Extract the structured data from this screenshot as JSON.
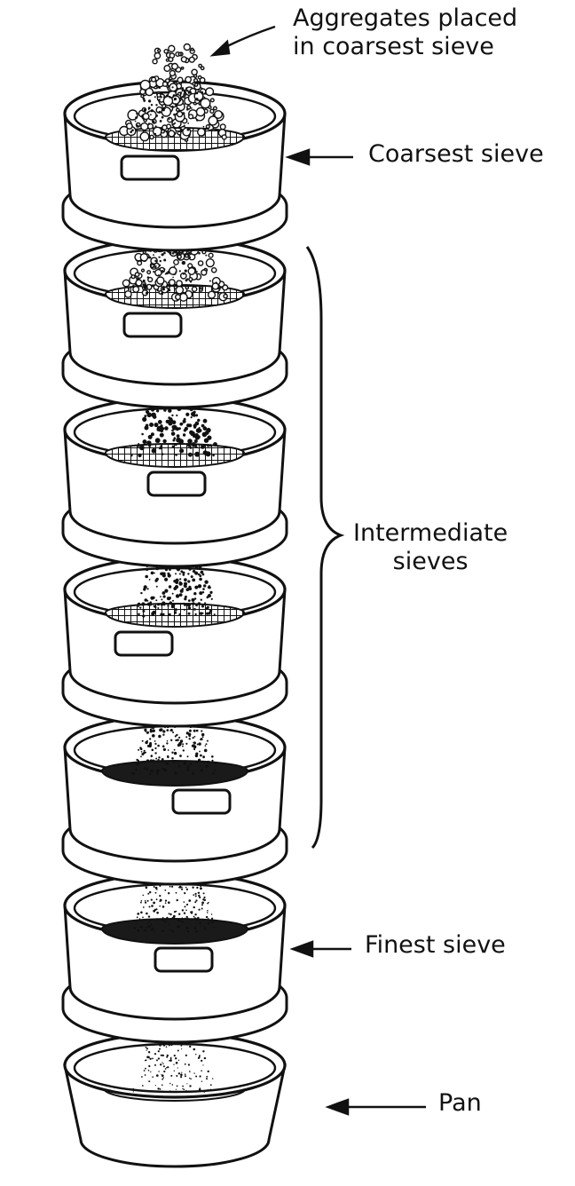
{
  "labels": {
    "aggregates": [
      "Aggregates placed",
      "in coarsest sieve"
    ],
    "coarsest": "Coarsest sieve",
    "intermediate": [
      "Intermediate",
      "sieves"
    ],
    "finest": "Finest sieve",
    "pan": "Pan"
  },
  "stack": {
    "sieve_count": 6,
    "intermediate_count": 4,
    "has_pan": true,
    "line_color": "#111111",
    "screen_color": "#1a1a1a"
  }
}
